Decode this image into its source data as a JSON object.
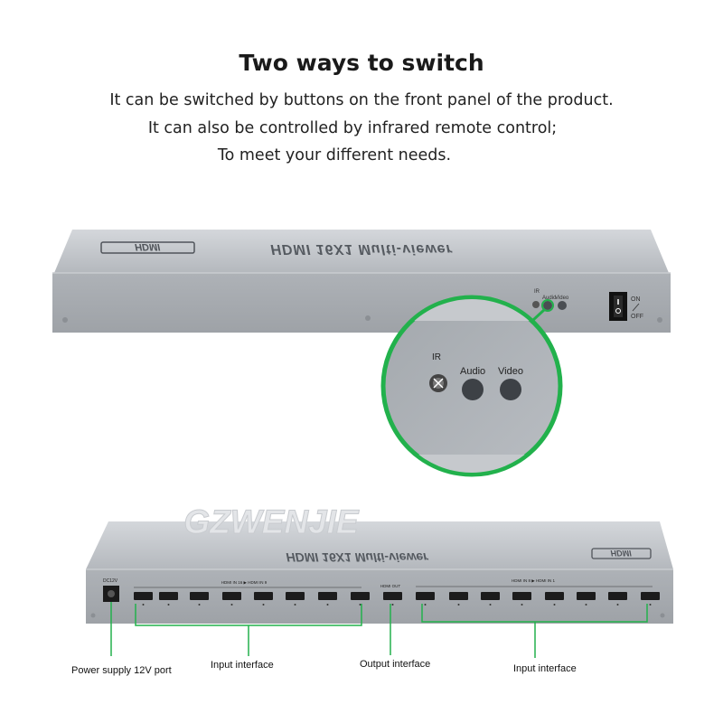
{
  "header": {
    "title": "Two ways to switch",
    "lines": [
      "It can be switched by buttons on the front panel of the product.",
      "It can also be controlled by infrared remote control;",
      "To meet your different needs."
    ]
  },
  "front_panel": {
    "logo": "HDMI",
    "model": "HDMI 16X1 Multi-viewer",
    "small_labels": {
      "ir": "IR",
      "audio": "Audio",
      "video": "Video"
    },
    "switch_on": "ON",
    "switch_off": "OFF"
  },
  "zoom": {
    "ir": "IR",
    "audio": "Audio",
    "video": "Video"
  },
  "rear_panel": {
    "watermark": "GZWENJIE",
    "logo": "HDMI",
    "model": "HDMI 16X1 Multi-viewer",
    "dc_label": "DC12V",
    "group_left": "HDMI IN 16  ▶  HDMI IN 9",
    "out_label": "HDMI OUT",
    "group_right": "HDMI IN 8  ▶  HDMI IN 1"
  },
  "callouts": {
    "power": "Power supply 12V port",
    "input_left": "Input interface",
    "output": "Output interface",
    "input_right": "Input interface"
  },
  "colors": {
    "accent": "#22b14c",
    "device": "#b8bcc2"
  }
}
